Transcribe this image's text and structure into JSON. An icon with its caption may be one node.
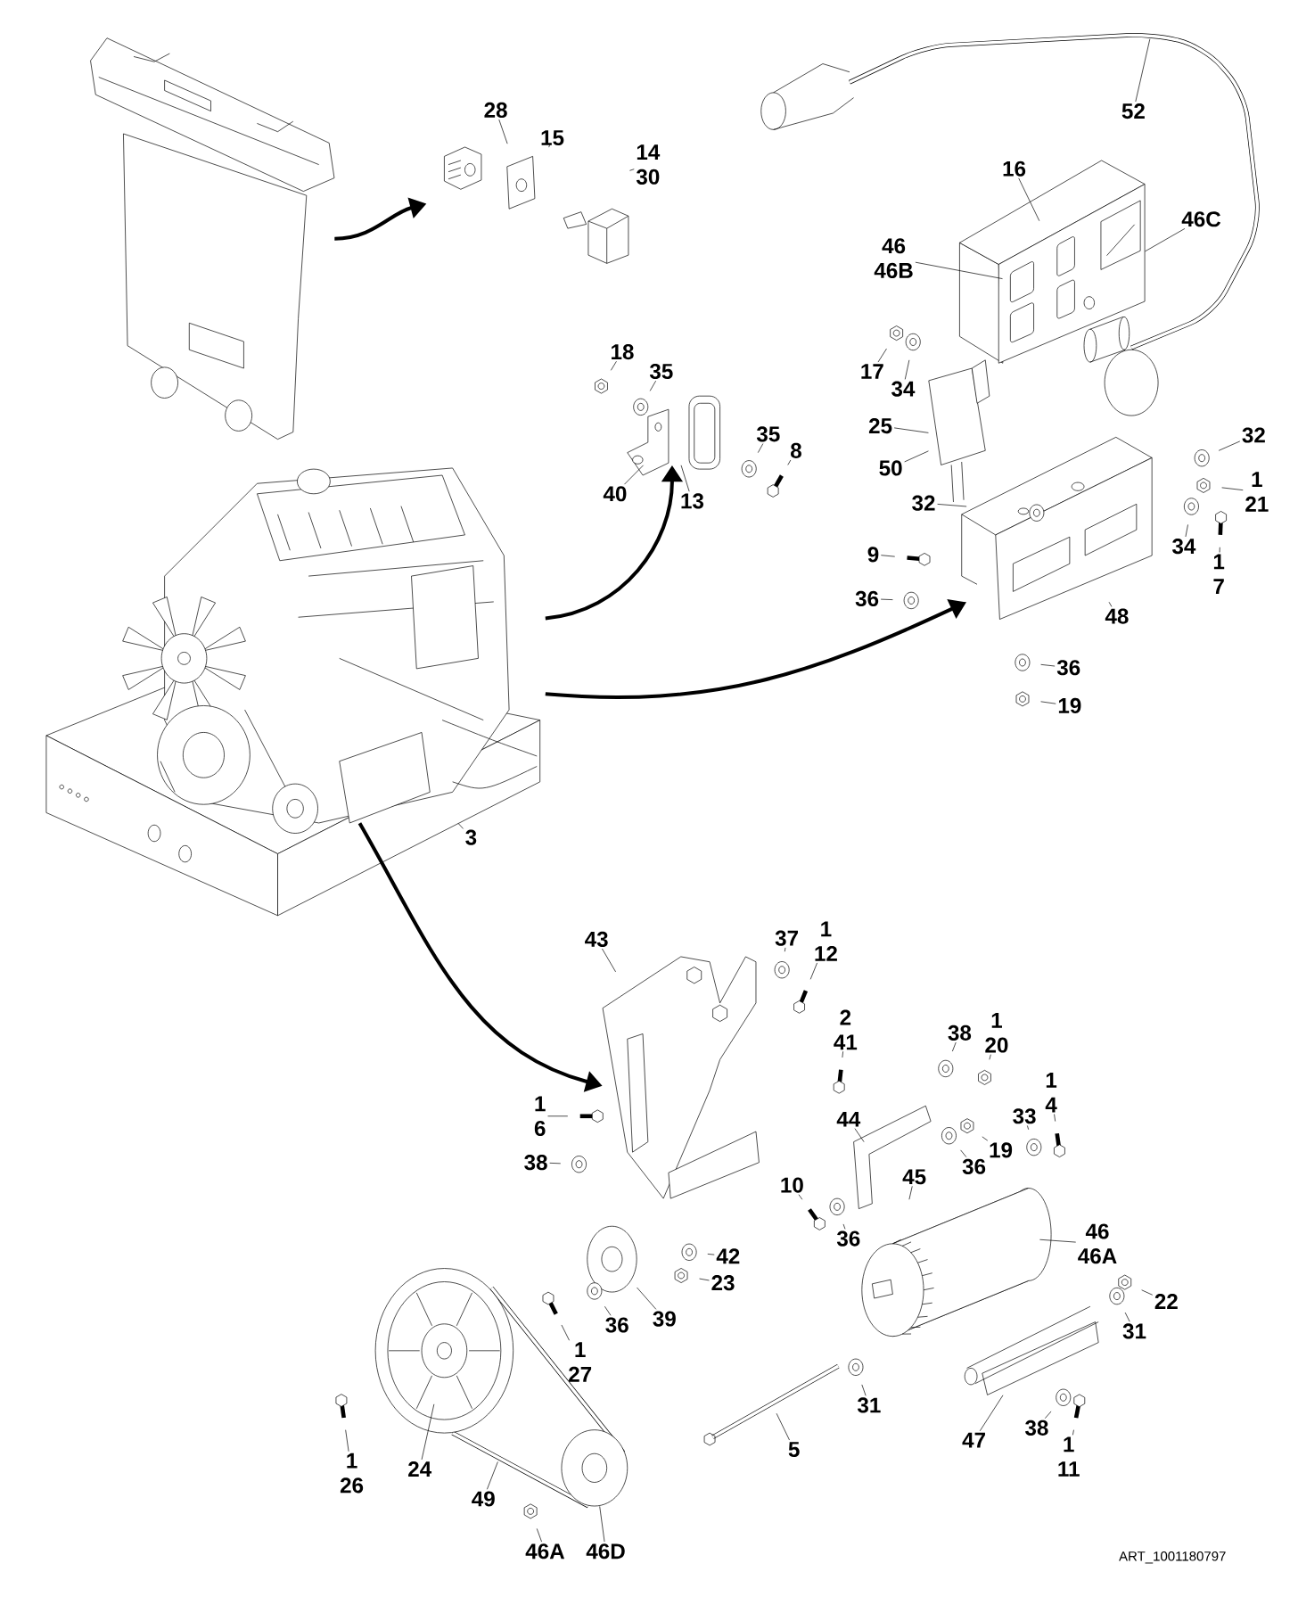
{
  "diagram": {
    "nodes": [
      {
        "text": [],
        "shape": "picture"
      },
      {
        "text": [],
        "shape": "picture"
      },
      {
        "text": [],
        "shape": "picture"
      },
      {
        "text": [],
        "shape": "picture"
      },
      {
        "text": [],
        "shape": "picture"
      },
      {
        "text": [],
        "shape": "picture"
      },
      {
        "text": [
          "28"
        ]
      },
      {
        "text": [
          "15"
        ]
      },
      {
        "text": [
          "14",
          "30"
        ]
      },
      {
        "text": [
          "52"
        ]
      },
      {
        "text": [
          "16"
        ]
      },
      {
        "text": [
          "46",
          "46B"
        ]
      },
      {
        "text": [
          "46C"
        ]
      },
      {
        "text": [
          "17"
        ]
      },
      {
        "text": [
          "34"
        ]
      },
      {
        "text": [
          "25"
        ]
      },
      {
        "text": [
          "50"
        ]
      },
      {
        "text": [
          "18"
        ]
      },
      {
        "text": [
          "35"
        ]
      },
      {
        "text": [
          "35"
        ]
      },
      {
        "text": [
          "8"
        ]
      },
      {
        "text": [
          "40"
        ]
      },
      {
        "text": [
          "13"
        ]
      },
      {
        "text": [
          "32"
        ]
      },
      {
        "text": [
          "1",
          "21"
        ]
      },
      {
        "text": [
          "32"
        ]
      },
      {
        "text": [
          "34"
        ]
      },
      {
        "text": [
          "1",
          "7"
        ]
      },
      {
        "text": [
          "9"
        ]
      },
      {
        "text": [
          "36"
        ]
      },
      {
        "text": [
          "48"
        ]
      },
      {
        "text": [
          "36"
        ]
      },
      {
        "text": [
          "19"
        ]
      },
      {
        "text": [
          "3"
        ]
      },
      {
        "text": [
          "43"
        ]
      },
      {
        "text": [
          "37"
        ]
      },
      {
        "text": [
          "1",
          "12"
        ]
      },
      {
        "text": [
          "2",
          "41"
        ]
      },
      {
        "text": [
          "38"
        ]
      },
      {
        "text": [
          "1",
          "20"
        ]
      },
      {
        "text": [
          "1",
          "4"
        ]
      },
      {
        "text": [
          "33"
        ]
      },
      {
        "text": [
          "44"
        ]
      },
      {
        "text": [
          "19"
        ]
      },
      {
        "text": [
          "36"
        ]
      },
      {
        "text": [
          "1",
          "6"
        ]
      },
      {
        "text": [
          "38"
        ]
      },
      {
        "text": [
          "10"
        ]
      },
      {
        "text": [
          "45"
        ]
      },
      {
        "text": [
          "36"
        ]
      },
      {
        "text": [
          "46",
          "46A"
        ]
      },
      {
        "text": [
          "42"
        ]
      },
      {
        "text": [
          "23"
        ]
      },
      {
        "text": [
          "39"
        ]
      },
      {
        "text": [
          "36"
        ]
      },
      {
        "text": [
          "1",
          "27"
        ]
      },
      {
        "text": [
          "22"
        ]
      },
      {
        "text": [
          "31"
        ]
      },
      {
        "text": [
          "31"
        ]
      },
      {
        "text": [
          "47"
        ]
      },
      {
        "text": [
          "38"
        ]
      },
      {
        "text": [
          "1",
          "11"
        ]
      },
      {
        "text": [
          "5"
        ]
      },
      {
        "text": [
          "1",
          "26"
        ]
      },
      {
        "text": [
          "24"
        ]
      },
      {
        "text": [
          "49"
        ]
      },
      {
        "text": [
          "46A"
        ]
      },
      {
        "text": [
          "46D"
        ]
      },
      {
        "text": [],
        "shape": "picture"
      },
      {
        "text": [],
        "shape": "picture"
      },
      {
        "text": [],
        "shape": "picture"
      },
      {
        "text": [],
        "shape": "picture"
      },
      {
        "text": [],
        "shape": "picture"
      }
    ],
    "edges": [
      {
        "from": 0,
        "to": 1,
        "arrow": "to",
        "style": "thick"
      },
      {
        "from": 2,
        "to": 3,
        "arrow": "to",
        "style": "thick"
      },
      {
        "from": 2,
        "to": 4,
        "arrow": "to",
        "style": "thick"
      },
      {
        "from": 2,
        "to": 5,
        "arrow": "to",
        "style": "thick"
      },
      {
        "from": 6,
        "to": 1,
        "arrow": "none"
      },
      {
        "from": 7,
        "to": 1,
        "arrow": "none"
      },
      {
        "from": 8,
        "to": 1,
        "arrow": "none"
      },
      {
        "from": 9,
        "to": null,
        "arrow": "none"
      },
      {
        "from": 10,
        "to": 68,
        "arrow": "none"
      },
      {
        "from": 11,
        "to": 68,
        "arrow": "none"
      },
      {
        "from": 12,
        "to": 68,
        "arrow": "none"
      },
      {
        "from": 13,
        "to": null,
        "arrow": "none"
      },
      {
        "from": 14,
        "to": null,
        "arrow": "none"
      },
      {
        "from": 15,
        "to": 69,
        "arrow": "none"
      },
      {
        "from": 16,
        "to": 69,
        "arrow": "none"
      },
      {
        "from": 17,
        "to": null,
        "arrow": "none"
      },
      {
        "from": 18,
        "to": null,
        "arrow": "none"
      },
      {
        "from": 19,
        "to": null,
        "arrow": "none"
      },
      {
        "from": 20,
        "to": null,
        "arrow": "none"
      },
      {
        "from": 21,
        "to": 3,
        "arrow": "none"
      },
      {
        "from": 22,
        "to": 3,
        "arrow": "none"
      },
      {
        "from": 23,
        "to": null,
        "arrow": "none"
      },
      {
        "from": 24,
        "to": null,
        "arrow": "none"
      },
      {
        "from": 25,
        "to": 4,
        "arrow": "none"
      },
      {
        "from": 26,
        "to": null,
        "arrow": "none"
      },
      {
        "from": 27,
        "to": null,
        "arrow": "none"
      },
      {
        "from": 28,
        "to": null,
        "arrow": "none"
      },
      {
        "from": 29,
        "to": null,
        "arrow": "none"
      },
      {
        "from": 30,
        "to": 4,
        "arrow": "none"
      },
      {
        "from": 31,
        "to": null,
        "arrow": "none"
      },
      {
        "from": 32,
        "to": null,
        "arrow": "none"
      },
      {
        "from": 33,
        "to": 2,
        "arrow": "none"
      },
      {
        "from": 34,
        "to": 5,
        "arrow": "none"
      },
      {
        "from": 35,
        "to": null,
        "arrow": "none"
      },
      {
        "from": 36,
        "to": null,
        "arrow": "none"
      },
      {
        "from": 37,
        "to": null,
        "arrow": "none"
      },
      {
        "from": 38,
        "to": null,
        "arrow": "none"
      },
      {
        "from": 39,
        "to": null,
        "arrow": "none"
      },
      {
        "from": 40,
        "to": null,
        "arrow": "none"
      },
      {
        "from": 41,
        "to": null,
        "arrow": "none"
      },
      {
        "from": 42,
        "to": null,
        "arrow": "none"
      },
      {
        "from": 43,
        "to": null,
        "arrow": "none"
      },
      {
        "from": 44,
        "to": null,
        "arrow": "none"
      },
      {
        "from": 45,
        "to": null,
        "arrow": "none"
      },
      {
        "from": 46,
        "to": null,
        "arrow": "none"
      },
      {
        "from": 47,
        "to": null,
        "arrow": "none"
      },
      {
        "from": 48,
        "to": null,
        "arrow": "none"
      },
      {
        "from": 49,
        "to": null,
        "arrow": "none"
      },
      {
        "from": 50,
        "to": null,
        "arrow": "none"
      },
      {
        "from": 51,
        "to": null,
        "arrow": "none"
      },
      {
        "from": 52,
        "to": null,
        "arrow": "none"
      },
      {
        "from": 53,
        "to": 70,
        "arrow": "none"
      },
      {
        "from": 54,
        "to": null,
        "arrow": "none"
      },
      {
        "from": 55,
        "to": null,
        "arrow": "none"
      },
      {
        "from": 56,
        "to": null,
        "arrow": "none"
      },
      {
        "from": 57,
        "to": null,
        "arrow": "none"
      },
      {
        "from": 58,
        "to": null,
        "arrow": "none"
      },
      {
        "from": 59,
        "to": 71,
        "arrow": "none"
      },
      {
        "from": 60,
        "to": null,
        "arrow": "none"
      },
      {
        "from": 61,
        "to": null,
        "arrow": "none"
      },
      {
        "from": 62,
        "to": null,
        "arrow": "none"
      },
      {
        "from": 63,
        "to": null,
        "arrow": "none"
      },
      {
        "from": 64,
        "to": null,
        "arrow": "none"
      },
      {
        "from": 65,
        "to": null,
        "arrow": "none"
      },
      {
        "from": 66,
        "to": null,
        "arrow": "none"
      },
      {
        "from": 67,
        "to": 72,
        "arrow": "none"
      }
    ],
    "labels": [
      "ART_1001180797"
    ]
  }
}
